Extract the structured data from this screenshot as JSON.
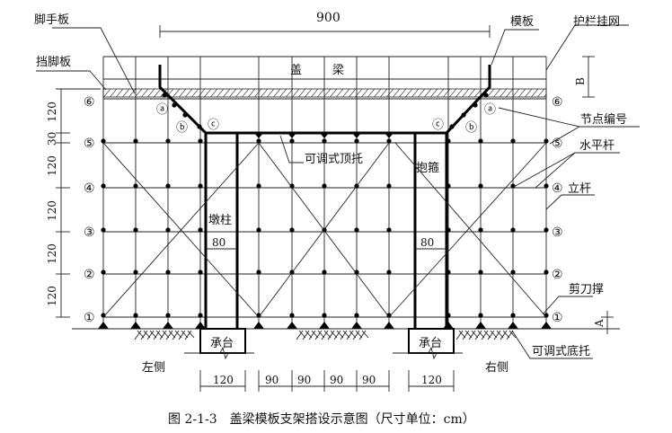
{
  "labels": {
    "scaffold_board": "脚手板",
    "toe_board": "挡脚板",
    "formwork": "模板",
    "guard_net": "护栏挂网",
    "node_number": "节点编号",
    "horizontal_bar": "水平杆",
    "vertical_pole": "立杆",
    "scissor_brace": "剪刀撑",
    "adjustable_base": "可调式底托",
    "adjustable_top": "可调式顶托",
    "hoop": "抱箍",
    "pier": "墩柱",
    "cap_beam_1": "盖",
    "cap_beam_2": "梁",
    "pile_cap": "承台",
    "left_side": "左侧",
    "right_side": "右侧",
    "pier_width": "80",
    "dim_B": "B",
    "dim_A": "A"
  },
  "nodes": {
    "a": "ⓐ",
    "b": "ⓑ",
    "c": "ⓒ"
  },
  "levels": [
    "①",
    "②",
    "③",
    "④",
    "⑤",
    "⑥"
  ],
  "dimensions": {
    "top": "900",
    "vertical": [
      "120",
      "30",
      "120",
      "120",
      "120",
      "120"
    ],
    "bottom": [
      "120",
      "90",
      "90",
      "90",
      "90",
      "120"
    ]
  },
  "caption": "图 2-1-3　盖梁模板支架搭设示意图（尺寸单位：cm）"
}
